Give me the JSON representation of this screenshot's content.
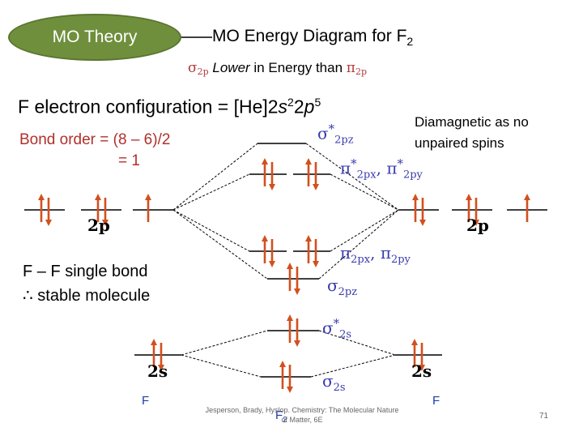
{
  "header": {
    "badge": "MO Theory",
    "title": "MO Energy Diagram for F",
    "title_sub": "2",
    "subtitle_sigma": "σ",
    "subtitle_sigma_sub": "2p",
    "subtitle_mid": " Lower",
    "subtitle_rest": " in Energy than ",
    "subtitle_pi": "π",
    "subtitle_pi_sub": "2p"
  },
  "config": {
    "prefix": "F electron configuration = [He]2",
    "s": "s",
    "s_exp": "2",
    "two": "2",
    "p": "p",
    "p_exp": "5"
  },
  "bond_order": {
    "line1": "Bond order = (8 – 6)/2",
    "line2": "= 1"
  },
  "diamagnetic": "Diamagnetic as no unpaired spins",
  "single_bond": {
    "line1": "F – F single bond",
    "line2": "∴ stable molecule"
  },
  "mo_labels": {
    "sigma_star_2pz": {
      "sym": "σ",
      "sup": "*",
      "sub": "2pz"
    },
    "pi_star": {
      "sym1": "π",
      "sup1": "*",
      "sub1": "2px",
      "sep": ", ",
      "sym2": "π",
      "sup2": "*",
      "sub2": "2py"
    },
    "pi": {
      "sym1": "π",
      "sub1": "2px",
      "sep": ", ",
      "sym2": "π",
      "sub2": "2py"
    },
    "sigma_2pz": {
      "sym": "σ",
      "sub": "2pz"
    },
    "sigma_star_2s": {
      "sym": "σ",
      "sup": "*",
      "sub": "2s"
    },
    "sigma_2s": {
      "sym": "σ",
      "sub": "2s"
    }
  },
  "atomic_labels": {
    "left_2p": "2p",
    "right_2p": "2p",
    "left_2s": "2s",
    "right_2s": "2s",
    "left_atom": "F",
    "right_atom": "F",
    "molecule": "F",
    "molecule_sub": "2"
  },
  "citation": "Jesperson, Brady, Hyslop. Chemistry: The Molecular Nature of Matter, 6E",
  "page_number": "71",
  "colors": {
    "badge": "#6f8f3c",
    "arrow": "#d2501e",
    "mo_label": "#3a3ab0",
    "bond_order": "#b0302c"
  }
}
